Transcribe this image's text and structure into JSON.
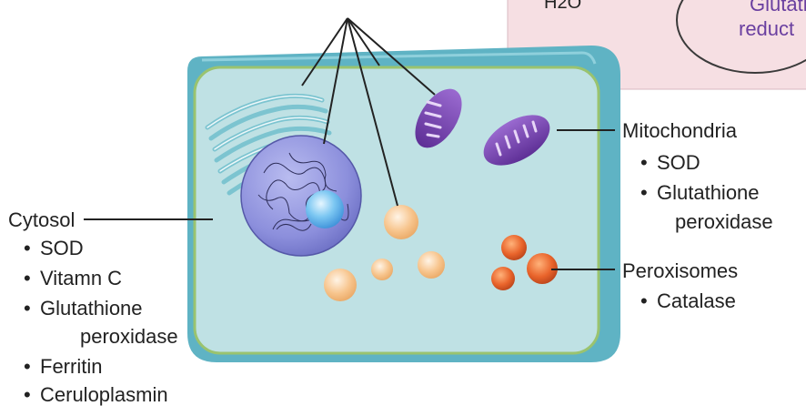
{
  "diagram": {
    "regions": {
      "cytosol": {
        "title": "Cytosol",
        "items": [
          "SOD",
          "Vitamn C",
          "Glutathione",
          "peroxidase",
          "Ferritin",
          "Ceruloplasmin"
        ]
      },
      "mitochondria": {
        "title": "Mitochondria",
        "items": [
          "SOD",
          "Glutathione",
          "peroxidase"
        ]
      },
      "peroxisomes": {
        "title": "Peroxisomes",
        "items": [
          "Catalase"
        ]
      }
    },
    "bullet": "•",
    "cropped_box": {
      "formula": "H2O",
      "enzyme_line1": "Glutath",
      "enzyme_line2": "reduct"
    }
  },
  "colors": {
    "cell_wall": "#5fb3c4",
    "cell_body": "#bfe1e4",
    "cell_border": "#9ac36f",
    "nucleus": "#8c8fdc",
    "mitochondria": "#7a4bb0",
    "peroxisome": "#e9642b",
    "vesicle": "#f7c48c",
    "top_box": "#f6dfe3",
    "enzyme_text": "#6a3fa0"
  }
}
